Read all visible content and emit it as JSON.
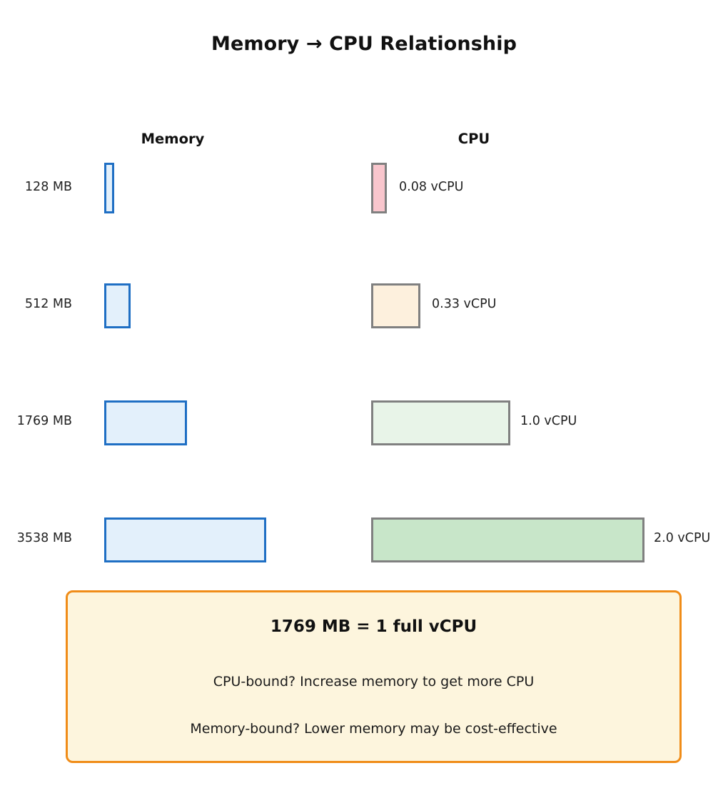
{
  "title": "Memory → CPU Relationship",
  "headers": {
    "memory": "Memory",
    "cpu": "CPU"
  },
  "colors": {
    "memory_fill": "#e3f0fb",
    "memory_border": "#1f6fc4",
    "cpu_border": "#808080",
    "callout_fill": "#fdf5dd",
    "callout_border": "#f08c18",
    "cpu_fill_row1": "#f9c6cd",
    "cpu_fill_row2": "#fdf0dd",
    "cpu_fill_row3": "#e8f4e8",
    "cpu_fill_row4": "#c8e6c9"
  },
  "rows": [
    {
      "memory_label": "128 MB",
      "cpu_label": "0.08 vCPU",
      "memory_mb": 128,
      "vcpu": 0.08
    },
    {
      "memory_label": "512 MB",
      "cpu_label": "0.33 vCPU",
      "memory_mb": 512,
      "vcpu": 0.33
    },
    {
      "memory_label": "1769 MB",
      "cpu_label": "1.0 vCPU",
      "memory_mb": 1769,
      "vcpu": 1.0
    },
    {
      "memory_label": "3538 MB",
      "cpu_label": "2.0 vCPU",
      "memory_mb": 3538,
      "vcpu": 2.0
    }
  ],
  "callout": {
    "title": "1769 MB = 1 full vCPU",
    "line1": "CPU-bound? Increase memory to get more CPU",
    "line2": "Memory-bound? Lower memory may be cost-effective"
  },
  "chart_data": {
    "type": "bar",
    "title": "Memory → CPU Relationship",
    "orientation": "horizontal",
    "categories": [
      "128 MB",
      "512 MB",
      "1769 MB",
      "3538 MB"
    ],
    "series": [
      {
        "name": "Memory",
        "unit": "MB",
        "values": [
          128,
          512,
          1769,
          3538
        ],
        "labels": [
          "128 MB",
          "512 MB",
          "1769 MB",
          "3538 MB"
        ]
      },
      {
        "name": "CPU",
        "unit": "vCPU",
        "values": [
          0.08,
          0.33,
          1.0,
          2.0
        ],
        "labels": [
          "0.08 vCPU",
          "0.33 vCPU",
          "1.0 vCPU",
          "2.0 vCPU"
        ]
      }
    ],
    "xlabel": "",
    "ylabel": "",
    "grid": false,
    "legend": "none",
    "annotation": "1769 MB = 1 full vCPU"
  }
}
